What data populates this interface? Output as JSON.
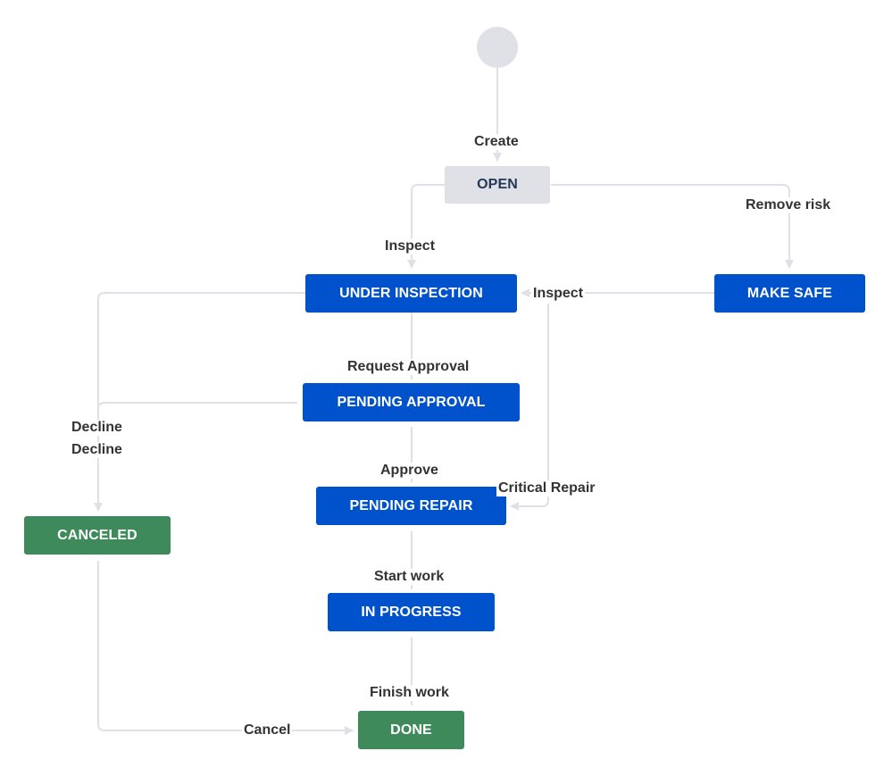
{
  "statuses": {
    "open": "OPEN",
    "under_inspection": "UNDER INSPECTION",
    "make_safe": "MAKE SAFE",
    "pending_approval": "PENDING APPROVAL",
    "pending_repair": "PENDING REPAIR",
    "in_progress": "IN PROGRESS",
    "canceled": "CANCELED",
    "done": "DONE"
  },
  "transitions": {
    "create": "Create",
    "remove_risk": "Remove risk",
    "inspect_from_open": "Inspect",
    "inspect_from_make_safe": "Inspect",
    "request_approval": "Request Approval",
    "decline_from_inspection": "Decline",
    "decline_from_approval": "Decline",
    "approve": "Approve",
    "critical_repair": "Critical Repair",
    "start_work": "Start work",
    "finish_work": "Finish work",
    "cancel": "Cancel"
  },
  "colors": {
    "todo_bg": "#dfe1e6",
    "todo_text": "#253858",
    "inprogress_bg": "#0052cc",
    "done_bg": "#3e8a5a",
    "edge": "#dfe1e6"
  }
}
